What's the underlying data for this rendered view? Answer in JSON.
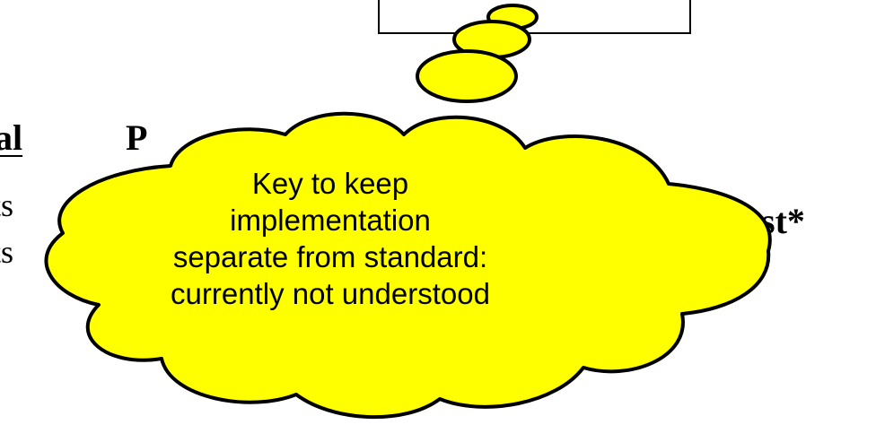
{
  "slide": {
    "heading_left": "al",
    "heading_right": "P",
    "body_line_1": "ts",
    "body_line_2": "ts",
    "side_word": "yst*"
  },
  "callout": {
    "text": "Key to keep\nimplementation\nseparate from standard:\ncurrently not understood",
    "fill_color": "#ffff00",
    "stroke_color": "#000000"
  },
  "colors": {
    "background": "#ffffff",
    "text": "#000000"
  }
}
